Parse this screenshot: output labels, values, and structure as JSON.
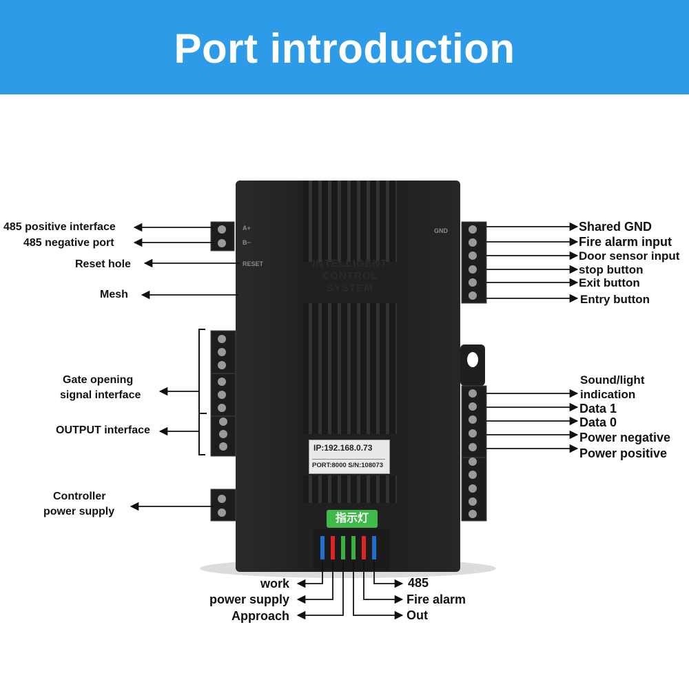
{
  "header": {
    "title": "Port introduction"
  },
  "device": {
    "emboss": [
      "INTELLIGENT",
      "CONTROL",
      "SYSTEM"
    ],
    "sticker_ip": "IP:192.168.0.73",
    "sticker_port": "PORT:8000  S/N:108073",
    "indicator_label": "指示灯"
  },
  "left_labels": {
    "p485_positive": "485 positive interface",
    "p485_negative": "485 negative port",
    "reset_hole": "Reset hole",
    "mesh": "Mesh",
    "gate_line1": "Gate opening",
    "gate_line2": "signal interface",
    "output_interface": "OUTPUT interface",
    "controller_line1": "Controller",
    "controller_line2": "power supply"
  },
  "right_labels": {
    "shared_gnd": "Shared GND",
    "fire_alarm_input": "Fire alarm input",
    "door_sensor_input": "Door sensor input",
    "stop_button": "stop button",
    "exit_button": "Exit button",
    "entry_button": "Entry button",
    "sound_line1": "Sound/light",
    "sound_line2": "indication",
    "data1": "Data 1",
    "data0": "Data 0",
    "power_negative": "Power negative",
    "power_positive": "Power positive"
  },
  "bottom_labels": {
    "work": "work",
    "power_supply": "power supply",
    "approach": "Approach",
    "p485": "485",
    "fire_alarm": "Fire alarm",
    "out": "Out"
  },
  "colors": {
    "header": "#2d9be8",
    "led_blue": "#1f6fd0",
    "led_red": "#e02424",
    "led_green": "#3cb043"
  }
}
